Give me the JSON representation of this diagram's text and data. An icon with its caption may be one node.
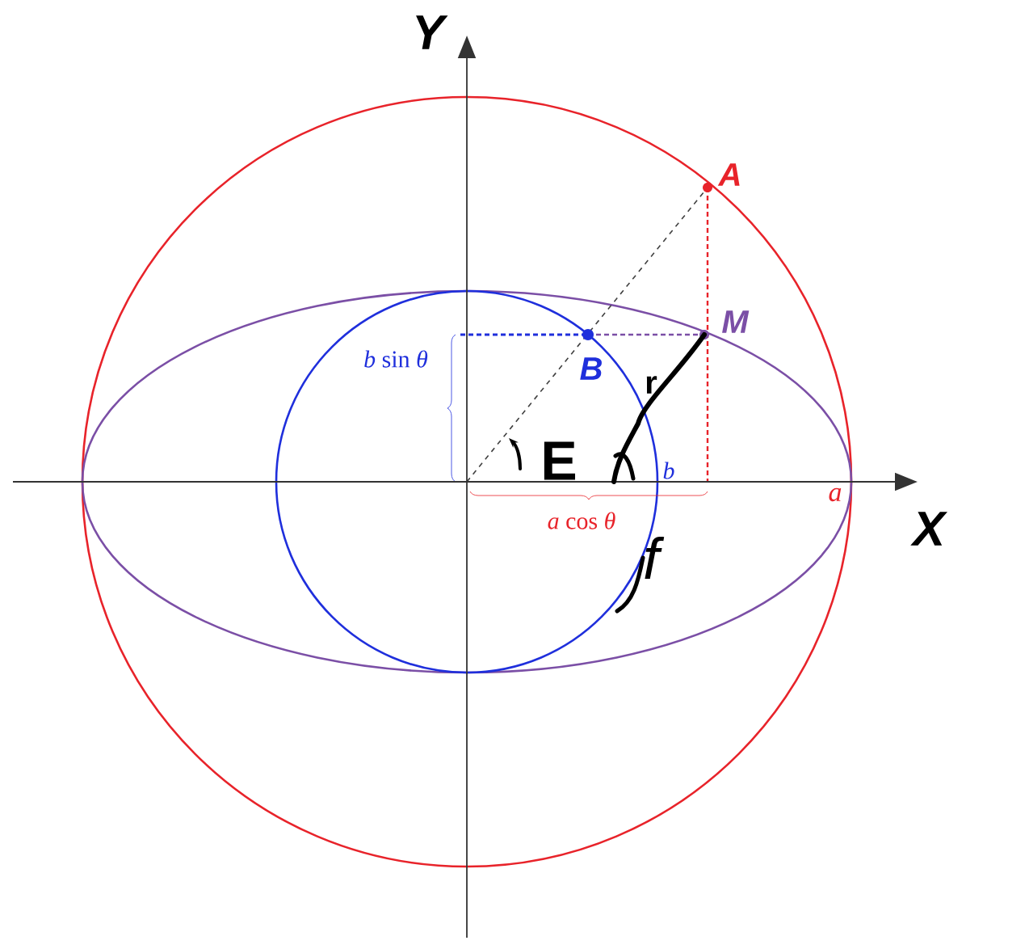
{
  "diagram": {
    "labels": [
      "Y",
      "A",
      "M",
      "*b* sin *θ*",
      "B",
      "r",
      "E",
      "b",
      "a",
      "*a* cos *θ*",
      "X",
      "f"
    ]
  }
}
